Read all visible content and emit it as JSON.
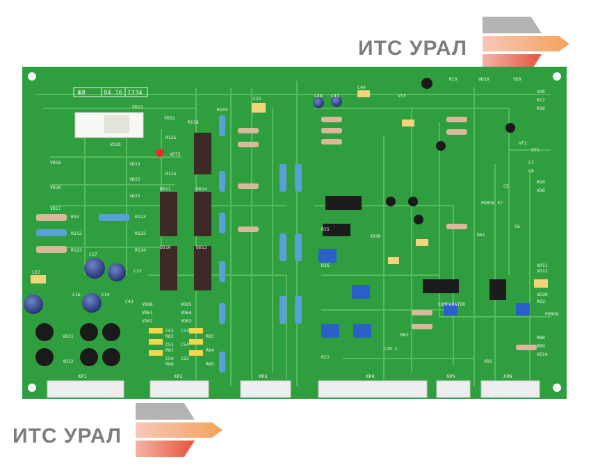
{
  "logo": {
    "text": "ИТС УРАЛ",
    "colors": {
      "text": "#7d7d7d",
      "gray": "#b3b3b3",
      "orange": "#f4a25c",
      "red": "#e7523d"
    }
  },
  "board": {
    "colors": {
      "pcb": "#2f9e3e",
      "trace": "#57bb5b",
      "ic": "#3b2a26",
      "connector": "#eeeeee"
    },
    "header_labels": [
      "№8",
      "04.16",
      "1334"
    ],
    "labels": {
      "vd13": "VD13",
      "vd51": "VD51",
      "r103": "R103",
      "c21": "C21",
      "c48": "C48",
      "c41": "C41",
      "c49": "C49",
      "vt3": "VT3",
      "r19": "R19",
      "vd10": "VD10",
      "vd9": "VD9",
      "vd8": "VD8",
      "r17": "R17",
      "r16": "R16",
      "r118": "R118",
      "r125": "R125",
      "vd18": "VD18",
      "vd19": "VD19",
      "vd15": "VD15",
      "vd72": "VD72",
      "r115": "R115",
      "vd20": "VD20",
      "vd22": "VD22",
      "vd21": "VD21",
      "vd17": "VD17",
      "dd11": "DD11",
      "dd14": "DD14",
      "dd10": "DD10",
      "dd13": "DD13",
      "r93": "R93",
      "r113": "R113",
      "r112": "R112",
      "r123": "R123",
      "r122": "R122",
      "r124": "R124",
      "r25": "R25",
      "r26": "R26",
      "vd36": "VD36",
      "comparator": "COMPARATOR",
      "porog_k7": "POROG K7",
      "porog": "POROG",
      "c15": "C15",
      "c17": "C17",
      "c16": "C16",
      "c14": "C14",
      "c43": "C43",
      "c27": "C27",
      "vd31": "VD31",
      "vd32": "VD32",
      "vd68": "VD68",
      "vd61": "VD61",
      "vd62": "VD62",
      "vd65": "VD65",
      "vd64": "VD64",
      "vd63": "VD63",
      "c52": "C52",
      "r82": "R82",
      "c51": "C51",
      "r81": "R81",
      "c50": "C50",
      "r80": "R80",
      "c53": "C53",
      "r83": "R83",
      "c54": "C54",
      "r84": "R84",
      "c55": "C55",
      "r85": "R85",
      "vt1": "VT1",
      "vt2": "VT2",
      "da1": "DA1",
      "c5": "C5",
      "c6": "C6",
      "c7": "C7",
      "c8": "C8",
      "r10": "R10",
      "vd6": "VD6",
      "vd11": "VD11",
      "vd12": "VD12",
      "vd30": "VD30",
      "r92": "R92",
      "r88": "R88",
      "r89": "R89",
      "vd14": "VD14",
      "vd1": "VD1",
      "r22": "R22",
      "r62": "R62",
      "c29_1": "C29.1"
    },
    "connectors": [
      "XP1",
      "XP2",
      "XP3",
      "XP4",
      "XP5",
      "XP6"
    ]
  }
}
